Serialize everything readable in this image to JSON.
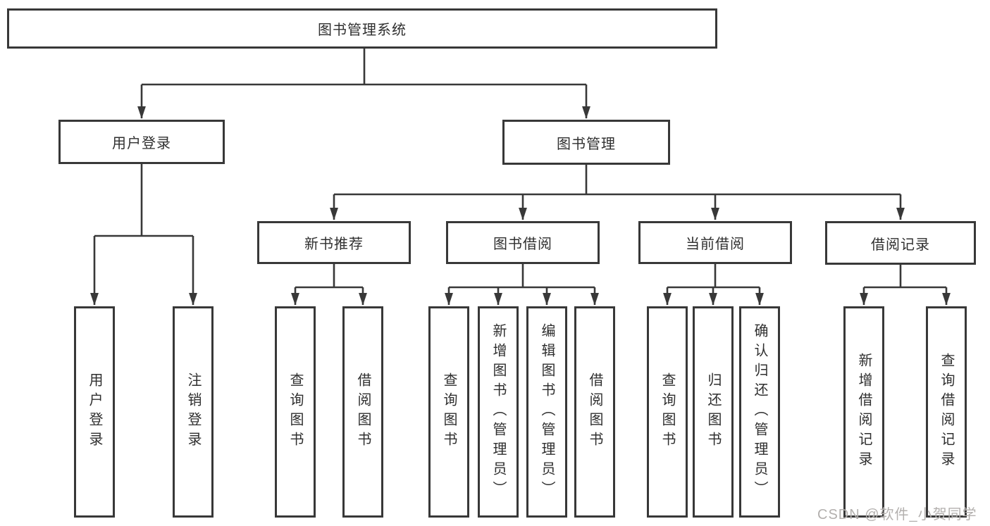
{
  "diagram": {
    "root": {
      "label": "图书管理系统"
    },
    "level2": {
      "user_login": {
        "label": "用户登录"
      },
      "book_mgmt": {
        "label": "图书管理"
      }
    },
    "level3": {
      "new_books": {
        "label": "新书推荐"
      },
      "book_borrow": {
        "label": "图书借阅"
      },
      "current_borrow": {
        "label": "当前借阅"
      },
      "borrow_records": {
        "label": "借阅记录"
      }
    },
    "leaves": {
      "ul_login": {
        "label": "用户登录"
      },
      "ul_logout": {
        "label": "注销登录"
      },
      "nb_query": {
        "label": "查询图书"
      },
      "nb_borrow": {
        "label": "借阅图书"
      },
      "bb_query": {
        "label": "查询图书"
      },
      "bb_add": {
        "label": "新增图书（管理员）"
      },
      "bb_edit": {
        "label": "编辑图书（管理员）"
      },
      "bb_borrow": {
        "label": "借阅图书"
      },
      "cb_query": {
        "label": "查询图书"
      },
      "cb_return": {
        "label": "归还图书"
      },
      "cb_confirm": {
        "label": "确认归还（管理员）"
      },
      "br_add": {
        "label": "新增借阅记录"
      },
      "br_query": {
        "label": "查询借阅记录"
      }
    },
    "colors": {
      "line": "#383838",
      "text": "#2f2f2f",
      "background": "#ffffff",
      "watermark": "#b3b0ae"
    },
    "watermark": "CSDN @软件_小贺同学"
  }
}
